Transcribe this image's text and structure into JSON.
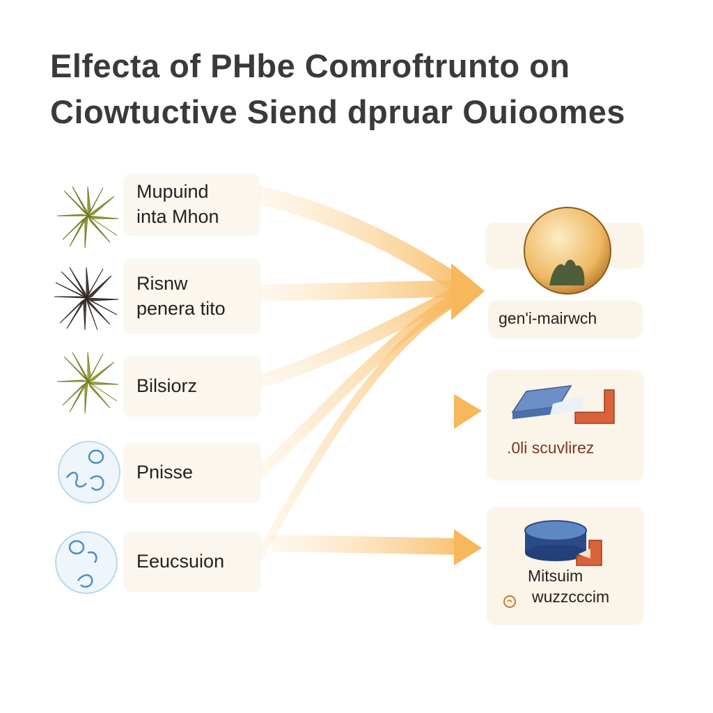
{
  "title": {
    "line1": "Elfecta of PHbe Comroftrunto on",
    "line2": "Ciowtuctive Siend dpruar Ouioomes"
  },
  "inputs": [
    {
      "lines": [
        "Mupuind",
        "inta Mhon"
      ],
      "icon": "green-plant-icon"
    },
    {
      "lines": [
        "Risnw",
        "penera tito"
      ],
      "icon": "dark-plant-icon"
    },
    {
      "lines": [
        "Bilsiorz"
      ],
      "icon": "green-plant-icon"
    },
    {
      "lines": [
        "Pnisse"
      ],
      "icon": "water-bubble-icon"
    },
    {
      "lines": [
        "Eeucsuion"
      ],
      "icon": "water-bubble-icon"
    }
  ],
  "outputs": [
    {
      "label": "gen'i-mairwch",
      "icon": "golden-sphere-icon"
    },
    {
      "label": ".0li scuvlirez",
      "icon": "blocks-icon"
    },
    {
      "label_lines": [
        "Mitsuim",
        "wuzzcccim"
      ],
      "icon": "blue-disc-icon"
    }
  ],
  "colors": {
    "arrow": "#f7b75a",
    "card": "#fbf6ee",
    "title": "#3a3a3a",
    "output2_text": "#7a3a20"
  }
}
